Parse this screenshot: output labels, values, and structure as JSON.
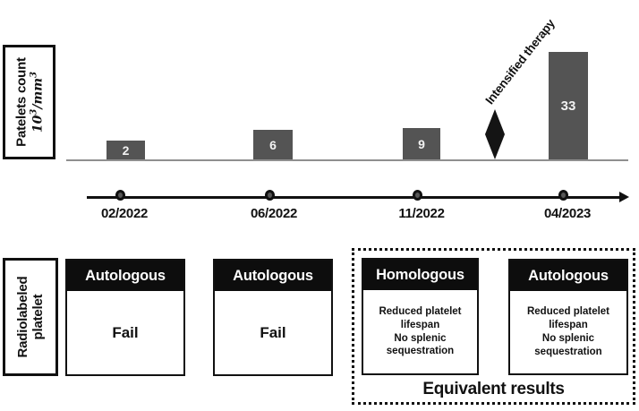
{
  "figure": {
    "y_axis": {
      "label": "Patelets count",
      "unit_base": "10",
      "unit_sup1": "3",
      "unit_slash": "/mm",
      "unit_sup2": "3"
    },
    "bars": [
      {
        "value": "2"
      },
      {
        "value": "6"
      },
      {
        "value": "9"
      },
      {
        "value": "33"
      }
    ],
    "annotation_label": "Intensified therapy"
  },
  "timeline": {
    "dates": [
      "02/2022",
      "06/2022",
      "11/2022",
      "04/2023"
    ]
  },
  "tests": {
    "row_label_line1": "Radiolabeled",
    "row_label_line2": "platelet",
    "cards": [
      {
        "header": "Autologous",
        "body": "Fail"
      },
      {
        "header": "Autologous",
        "body": "Fail"
      },
      {
        "header": "Homologous",
        "body_line1": "Reduced platelet lifespan",
        "body_line2": "No splenic sequestration"
      },
      {
        "header": "Autologous",
        "body_line1": "Reduced platelet lifespan",
        "body_line2": "No splenic sequestration"
      }
    ],
    "group_caption": "Equivalent results"
  },
  "colors": {
    "bar_fill": "#545454",
    "baseline_gray": "#8f8f8f",
    "ink_black": "#111111",
    "card_header_bg": "#0d0d0d",
    "card_header_text": "#ffffff"
  },
  "chart_data": {
    "type": "bar",
    "categories": [
      "02/2022",
      "06/2022",
      "11/2022",
      "04/2023"
    ],
    "values": [
      2,
      6,
      9,
      33
    ],
    "title": "",
    "xlabel": "",
    "ylabel": "Patelets count 10^3/mm^3",
    "ylim": [
      0,
      35
    ],
    "grid": false,
    "legend_position": "none",
    "annotations": [
      {
        "label": "Intensified therapy",
        "marker": "diamond",
        "between": [
          "11/2022",
          "04/2023"
        ]
      }
    ]
  }
}
